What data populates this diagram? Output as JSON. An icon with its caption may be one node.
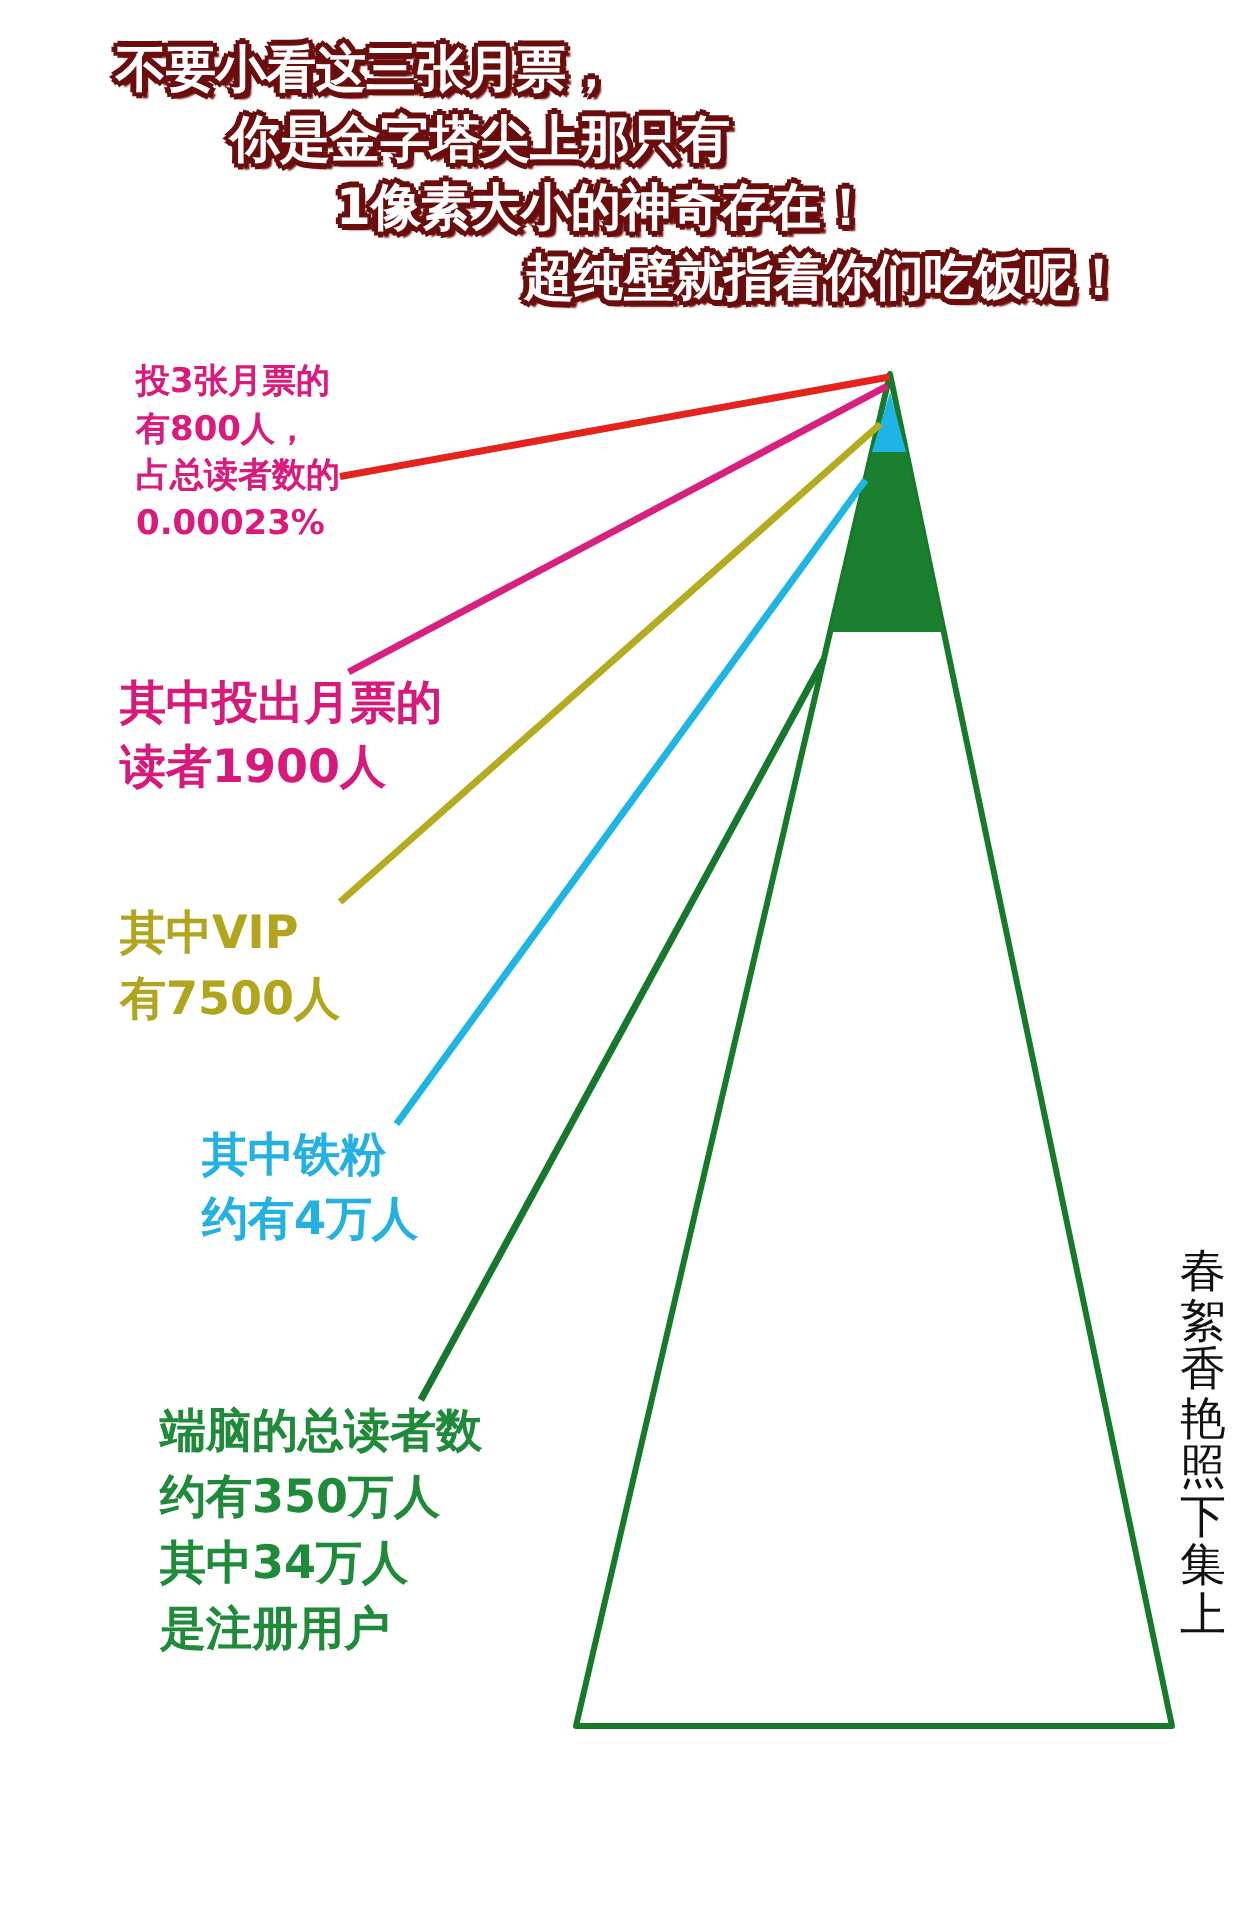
{
  "diagram": {
    "title": "不要小看这三张月票，你是金字塔尖上那只有1像素大小的神奇存在！超纯壁就指着你们吃饭呢！",
    "nodes": [
      {
        "text": [
          "投3张月票的有800人，占总读者数的0.00023%"
        ]
      },
      {
        "text": [
          "其中投出月票的读者1900人"
        ]
      },
      {
        "text": [
          "其中VIP有7500人"
        ]
      },
      {
        "text": [
          "其中铁粉约有4万人"
        ]
      },
      {
        "text": [
          "端脑的总读者数约有350万人其中34万人是注册用户"
        ]
      },
      {
        "text": [],
        "shape": "triangle"
      },
      {
        "text": [],
        "shape": "triangle",
        "in": 5
      },
      {
        "text": [],
        "shape": "band",
        "in": 5
      }
    ],
    "edges": [
      {
        "from": 0,
        "to": 5,
        "arrow": "none",
        "color": "#e3231c"
      },
      {
        "from": 1,
        "to": 5,
        "arrow": "none",
        "color": "#d6217f"
      },
      {
        "from": 2,
        "to": 6,
        "arrow": "none",
        "color": "#b5ab1f"
      },
      {
        "from": 3,
        "to": 7,
        "arrow": "none",
        "color": "#1fb5e3"
      },
      {
        "from": 4,
        "to": 5,
        "arrow": "none",
        "color": "#17782d"
      }
    ],
    "labels": [
      "春絮香艳照下集上"
    ]
  }
}
